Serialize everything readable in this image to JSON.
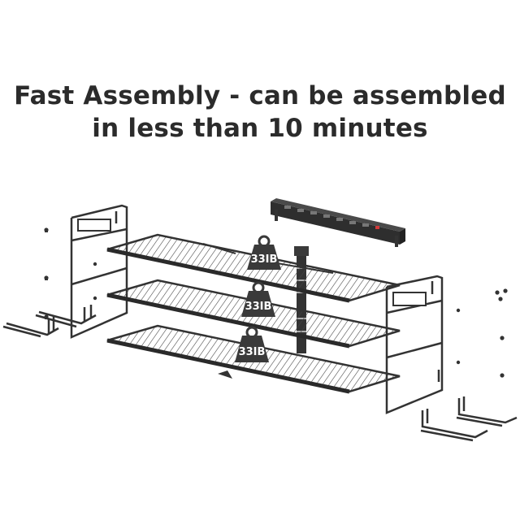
{
  "headline": {
    "line1": "Fast Assembly - can be assembled",
    "line2": "in less than 10 minutes"
  },
  "shelves": [
    {
      "load_label": "33IB"
    },
    {
      "load_label": "33IB"
    },
    {
      "load_label": "33IB"
    }
  ],
  "colors": {
    "text": "#2b2b2b",
    "metal": "#333333",
    "weight": "#3a3a3a",
    "power_switch": "#d23a3a"
  },
  "icons": [
    "weight-icon",
    "power-strip-icon",
    "screw-icon",
    "hook-icon"
  ]
}
